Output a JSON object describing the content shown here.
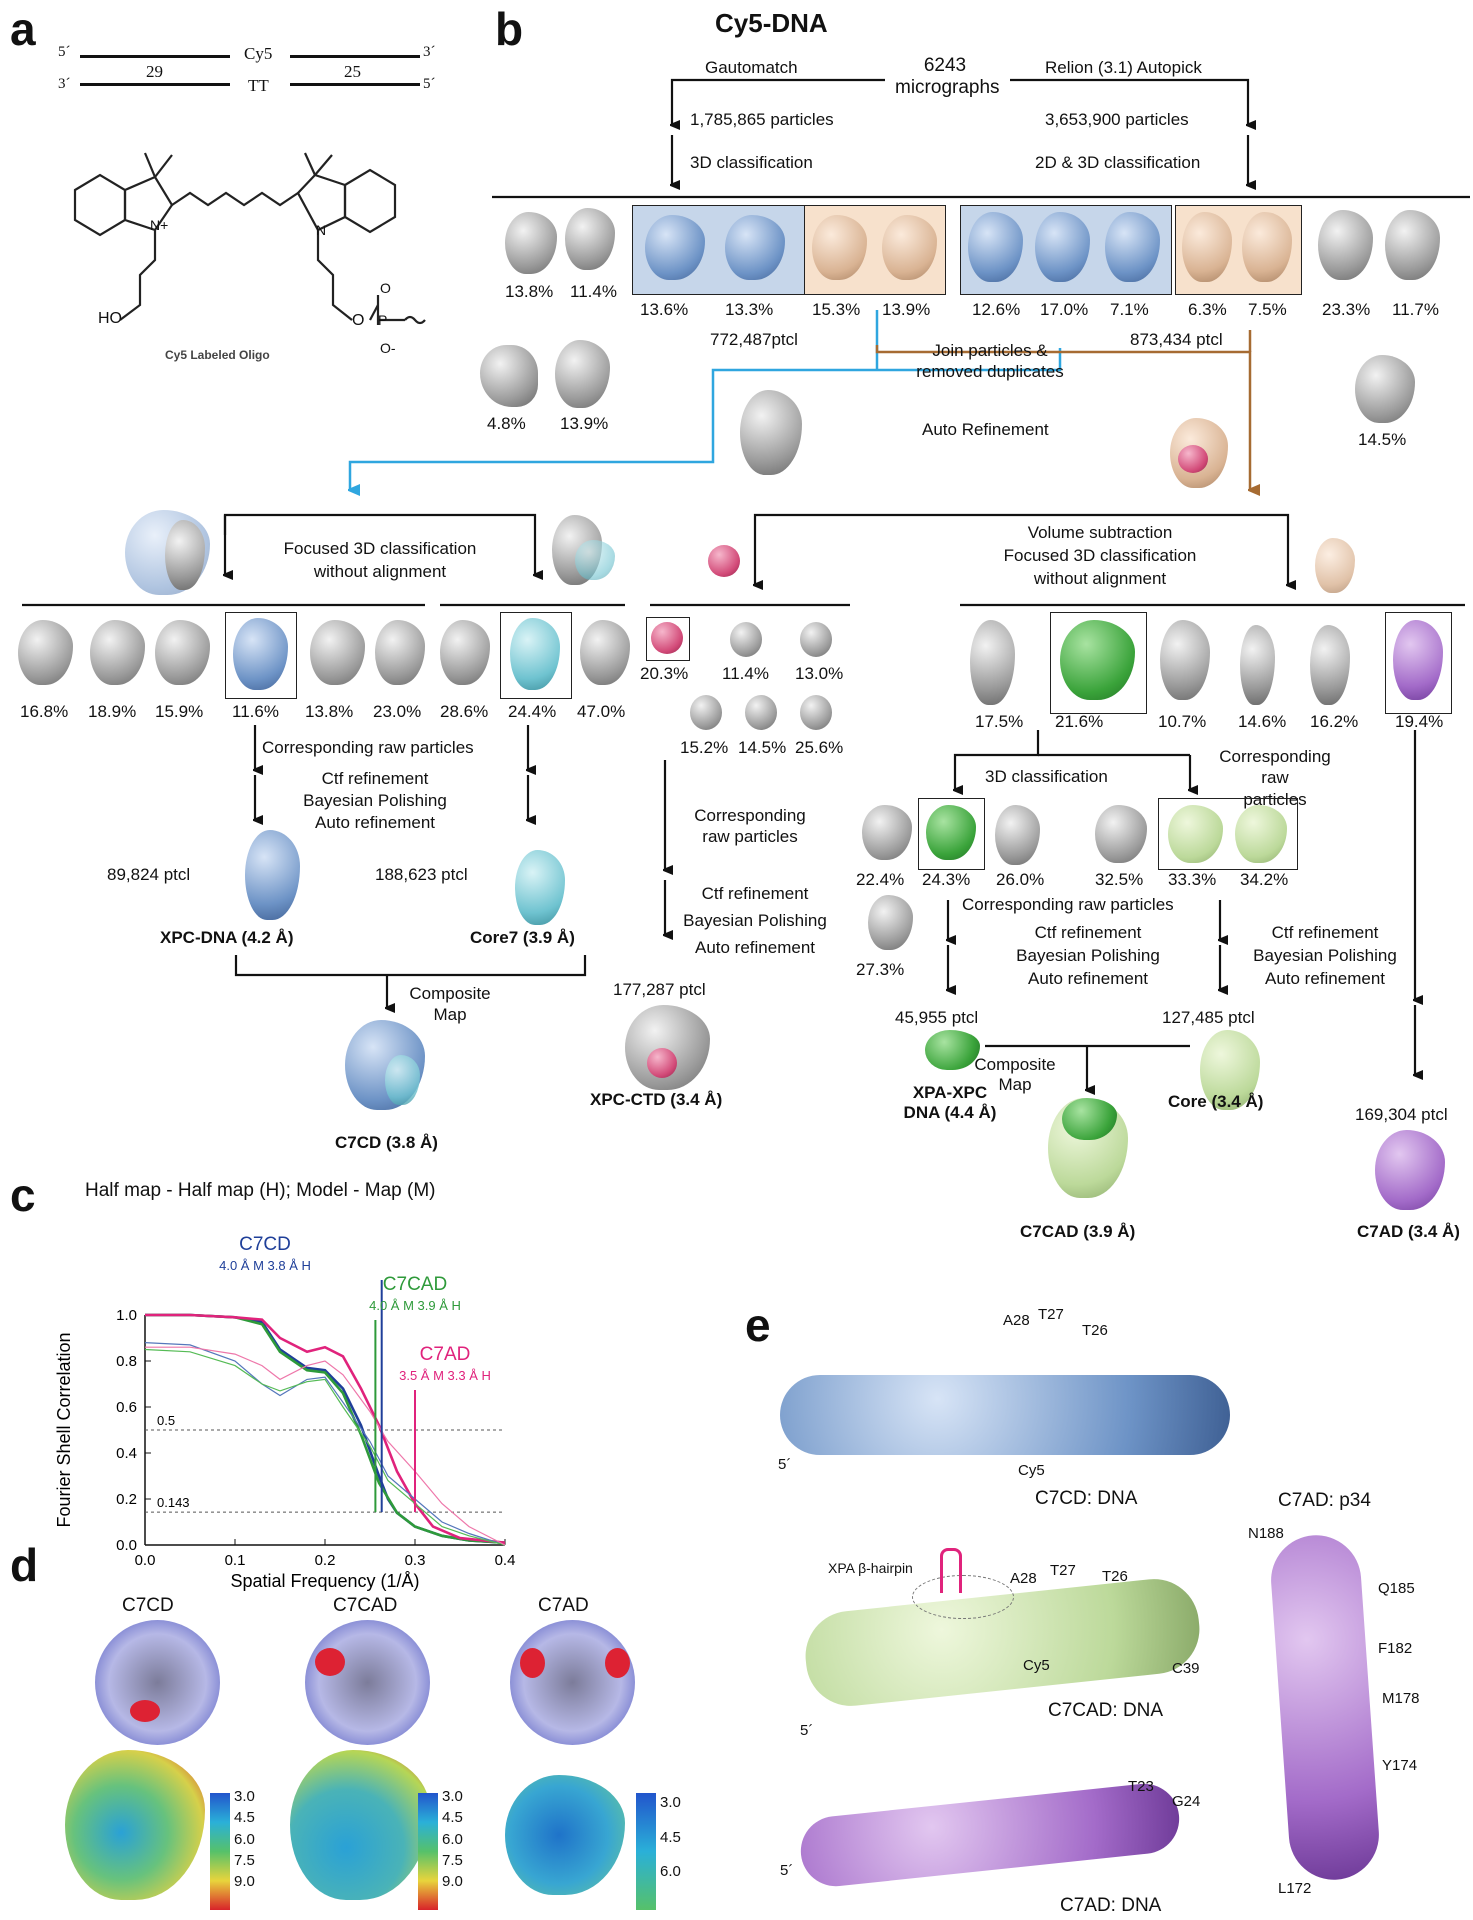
{
  "panels": {
    "a": "a",
    "b": "b",
    "c": "c",
    "d": "d",
    "e": "e"
  },
  "panel_a": {
    "top_5": "5´",
    "top_cy5": "Cy5",
    "top_3": "3´",
    "bot_3": "3´",
    "num_29": "29",
    "bot_tt": "TT",
    "num_25": "25",
    "bot_5": "5´",
    "ho": "HO",
    "o_p": "O",
    "o_p2": "O",
    "o_minus": "O-",
    "p": "P",
    "n_plus": "N+",
    "n": "N",
    "caption": "Cy5 Labeled Oligo"
  },
  "panel_b": {
    "title": "Cy5-DNA",
    "gautomatch": "Gautomatch",
    "micrographs": "6243\nmicrographs",
    "relion": "Relion (3.1) Autopick",
    "particles_left": "1,785,865 particles",
    "particles_right": "3,653,900 particles",
    "class_left": "3D classification",
    "class_right": "2D & 3D classification",
    "row1": [
      "13.8%",
      "11.4%",
      "13.6%",
      "13.3%",
      "15.3%",
      "13.9%",
      "12.6%",
      "17.0%",
      "7.1%",
      "6.3%",
      "7.5%",
      "23.3%",
      "11.7%"
    ],
    "row1b": [
      "4.8%",
      "13.9%",
      "14.5%"
    ],
    "ptcl_772": "772,487ptcl",
    "join": "Join particles &\nremoved duplicates",
    "ptcl_873": "873,434 ptcl",
    "auto_ref": "Auto Refinement",
    "focused_left": "Focused 3D classification\nwithout alignment",
    "vol_sub": "Volume subtraction\nFocused 3D classification\nwithout alignment",
    "row2_left": [
      "16.8%",
      "18.9%",
      "15.9%",
      "11.6%",
      "13.8%",
      "23.0%",
      "28.6%",
      "24.4%",
      "47.0%"
    ],
    "row2_mid": [
      "20.3%",
      "11.4%",
      "13.0%",
      "15.2%",
      "14.5%",
      "25.6%"
    ],
    "row2_right": [
      "17.5%",
      "21.6%",
      "10.7%",
      "14.6%",
      "16.2%",
      "19.4%"
    ],
    "corr_raw": "Corresponding raw particles",
    "ctf_block": "Ctf refinement\nBayesian Polishing\nAuto refinement",
    "ptcl_89": "89,824 ptcl",
    "ptcl_188": "188,623 ptcl",
    "xpc_dna": "XPC-DNA (4.2 Å)",
    "core7": "Core7 (3.9 Å)",
    "composite": "Composite\nMap",
    "c7cd": "C7CD (3.8 Å)",
    "corr_raw_mid": "Corresponding\nraw particles",
    "ctf_mid": "Ctf refinement\nBayesian Polishing\nAuto refinement",
    "ptcl_177": "177,287 ptcl",
    "xpc_ctd": "XPC-CTD (3.4 Å)",
    "corr_raw_right": "Corresponding raw\nparticles",
    "class3d": "3D classification",
    "row3_a": [
      "22.4%",
      "24.3%",
      "26.0%",
      "27.3%"
    ],
    "row3_b": [
      "32.5%",
      "33.3%",
      "34.2%"
    ],
    "corr_raw_r2": "Corresponding raw particles",
    "ctf_r2": "Ctf refinement\nBayesian Polishing\nAuto refinement",
    "ctf_r3": "Ctf refinement\nBayesian Polishing\nAuto refinement",
    "ptcl_45": "45,955 ptcl",
    "ptcl_127": "127,485 ptcl",
    "xpa_xpc": "XPA-XPC\nDNA (4.4 Å)",
    "core": "Core (3.4 Å)",
    "composite_r": "Composite\nMap",
    "c7cad": "C7CAD (3.9 Å)",
    "ptcl_169": "169,304 ptcl",
    "c7ad": "C7AD (3.4 Å)"
  },
  "panel_c": {
    "title": "Half map - Half map (H); Model - Map (M)",
    "lbl_c7cd": "C7CD",
    "c7cd_vals": "4.0 Å M  3.8 Å H",
    "lbl_c7cad": "C7CAD",
    "c7cad_vals": "4.0 Å M  3.9 Å H",
    "lbl_c7ad": "C7AD",
    "c7ad_vals": "3.5 Å M  3.3 Å H",
    "ref_05": "0.5",
    "ref_0143": "0.143"
  },
  "chart_data": {
    "type": "line",
    "title": "Half map - Half map (H); Model - Map (M)",
    "xlabel": "Spatial Frequency (1/Å)",
    "ylabel": "Fourier Shell Correlation",
    "xlim": [
      0.0,
      0.4
    ],
    "ylim": [
      0.0,
      1.0
    ],
    "xticks": [
      "0.0",
      "0.1",
      "0.2",
      "0.3",
      "0.4"
    ],
    "yticks": [
      "0.0",
      "0.2",
      "0.4",
      "0.6",
      "0.8",
      "1.0"
    ],
    "reference_lines": [
      0.5,
      0.143
    ],
    "series": [
      {
        "name": "C7CD",
        "color": "#1f3f99",
        "width": "bold",
        "x": [
          0,
          0.05,
          0.1,
          0.13,
          0.15,
          0.18,
          0.2,
          0.22,
          0.24,
          0.26,
          0.27,
          0.28,
          0.3,
          0.33,
          0.36,
          0.4
        ],
        "y": [
          1.0,
          1.0,
          0.99,
          0.97,
          0.85,
          0.77,
          0.76,
          0.68,
          0.52,
          0.3,
          0.2,
          0.14,
          0.08,
          0.04,
          0.02,
          0.01
        ]
      },
      {
        "name": "C7CAD",
        "color": "#2e9a3a",
        "width": "bold",
        "x": [
          0,
          0.05,
          0.1,
          0.13,
          0.15,
          0.18,
          0.2,
          0.22,
          0.24,
          0.26,
          0.28,
          0.3,
          0.33,
          0.36,
          0.4
        ],
        "y": [
          1.0,
          1.0,
          0.99,
          0.96,
          0.84,
          0.76,
          0.75,
          0.66,
          0.48,
          0.27,
          0.14,
          0.08,
          0.04,
          0.02,
          0.01
        ]
      },
      {
        "name": "C7AD",
        "color": "#e0237c",
        "width": "bold",
        "x": [
          0,
          0.05,
          0.1,
          0.13,
          0.15,
          0.18,
          0.2,
          0.22,
          0.24,
          0.26,
          0.28,
          0.3,
          0.32,
          0.35,
          0.4
        ],
        "y": [
          1.0,
          1.0,
          0.99,
          0.98,
          0.9,
          0.84,
          0.86,
          0.82,
          0.68,
          0.52,
          0.32,
          0.18,
          0.08,
          0.03,
          0.01
        ]
      },
      {
        "name": "C7CD (M)",
        "color": "#5577bb",
        "width": "thin",
        "x": [
          0,
          0.05,
          0.1,
          0.13,
          0.15,
          0.18,
          0.2,
          0.22,
          0.25,
          0.27,
          0.3,
          0.33,
          0.36,
          0.4
        ],
        "y": [
          0.88,
          0.87,
          0.8,
          0.7,
          0.65,
          0.72,
          0.73,
          0.62,
          0.45,
          0.3,
          0.2,
          0.1,
          0.05,
          0.0
        ]
      },
      {
        "name": "C7CAD (M)",
        "color": "#55bb55",
        "width": "thin",
        "x": [
          0,
          0.05,
          0.1,
          0.13,
          0.15,
          0.18,
          0.2,
          0.22,
          0.25,
          0.27,
          0.3,
          0.33,
          0.36,
          0.4
        ],
        "y": [
          0.85,
          0.84,
          0.78,
          0.7,
          0.67,
          0.71,
          0.72,
          0.6,
          0.43,
          0.28,
          0.18,
          0.08,
          0.04,
          0.0
        ]
      },
      {
        "name": "C7AD (M)",
        "color": "#ee77aa",
        "width": "thin",
        "x": [
          0,
          0.05,
          0.1,
          0.13,
          0.15,
          0.18,
          0.2,
          0.22,
          0.25,
          0.27,
          0.3,
          0.33,
          0.36,
          0.4
        ],
        "y": [
          0.86,
          0.86,
          0.83,
          0.78,
          0.72,
          0.78,
          0.8,
          0.74,
          0.58,
          0.45,
          0.32,
          0.18,
          0.08,
          0.0
        ]
      }
    ]
  },
  "panel_d": {
    "labels": [
      "C7CD",
      "C7CAD",
      "C7AD"
    ],
    "scale1": [
      "3.0",
      "4.5",
      "6.0",
      "7.5",
      "9.0"
    ],
    "scale2": [
      "3.0",
      "4.5",
      "6.0",
      "7.5",
      "9.0"
    ],
    "scale3": [
      "3.0",
      "4.5",
      "6.0"
    ]
  },
  "panel_e": {
    "dna1_labels": {
      "a28": "A28",
      "t27": "T27",
      "t26": "T26",
      "cy5": "Cy5",
      "five": "5´",
      "caption": "C7CD: DNA"
    },
    "dna2_labels": {
      "hairpin": "XPA β-hairpin",
      "a28": "A28",
      "t27": "T27",
      "t26": "T26",
      "cy5": "Cy5",
      "c39": "C39",
      "five": "5´",
      "caption": "C7CAD: DNA"
    },
    "dna3_labels": {
      "t23": "T23",
      "g24": "G24",
      "five": "5´",
      "caption": "C7AD: DNA"
    },
    "p34": {
      "title": "C7AD: p34",
      "residues": [
        "N188",
        "Q185",
        "F182",
        "M178",
        "Y174",
        "L172"
      ]
    }
  }
}
